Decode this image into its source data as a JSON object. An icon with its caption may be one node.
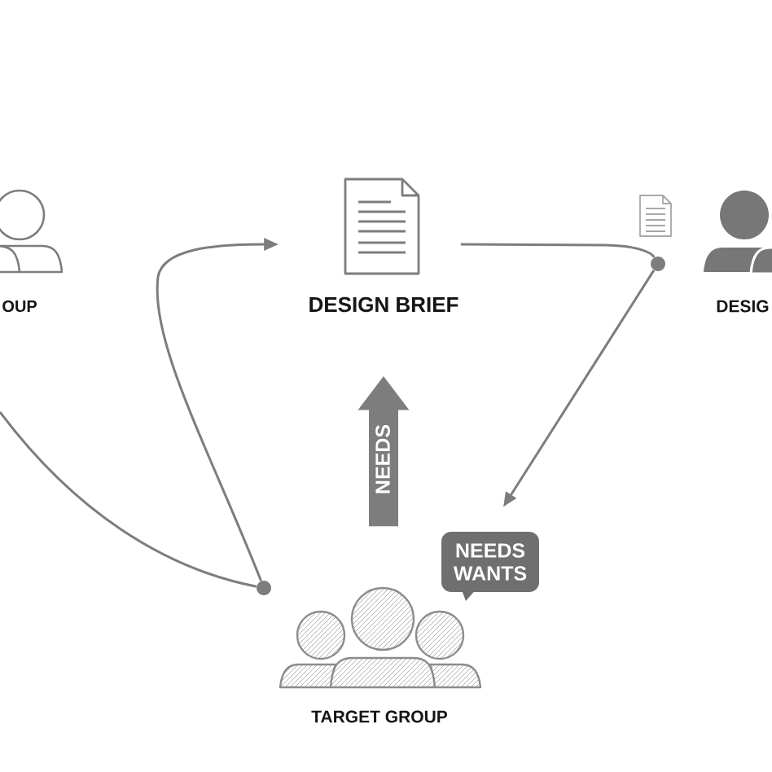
{
  "diagram": {
    "nodes": [
      {
        "text": [
          "OUP"
        ]
      },
      {
        "text": [
          "DESIGN BRIEF"
        ]
      },
      {
        "text": [
          "DESIG"
        ]
      },
      {
        "text": [],
        "shape": "circle"
      },
      {
        "text": [
          "NEEDS WANTS"
        ]
      },
      {
        "text": [],
        "shape": "circle"
      },
      {
        "text": [
          "TARGET GROUP"
        ]
      }
    ],
    "edges": [
      {
        "from": null,
        "to": 5,
        "arrow": "none"
      },
      {
        "from": 5,
        "to": 1,
        "arrow": "to"
      },
      {
        "from": 1,
        "to": 3,
        "arrow": "none"
      },
      {
        "from": 3,
        "to": 4,
        "arrow": "to"
      },
      {
        "from": 6,
        "to": 1,
        "arrow": "to",
        "label": "NEEDS",
        "style": "thick"
      }
    ]
  }
}
